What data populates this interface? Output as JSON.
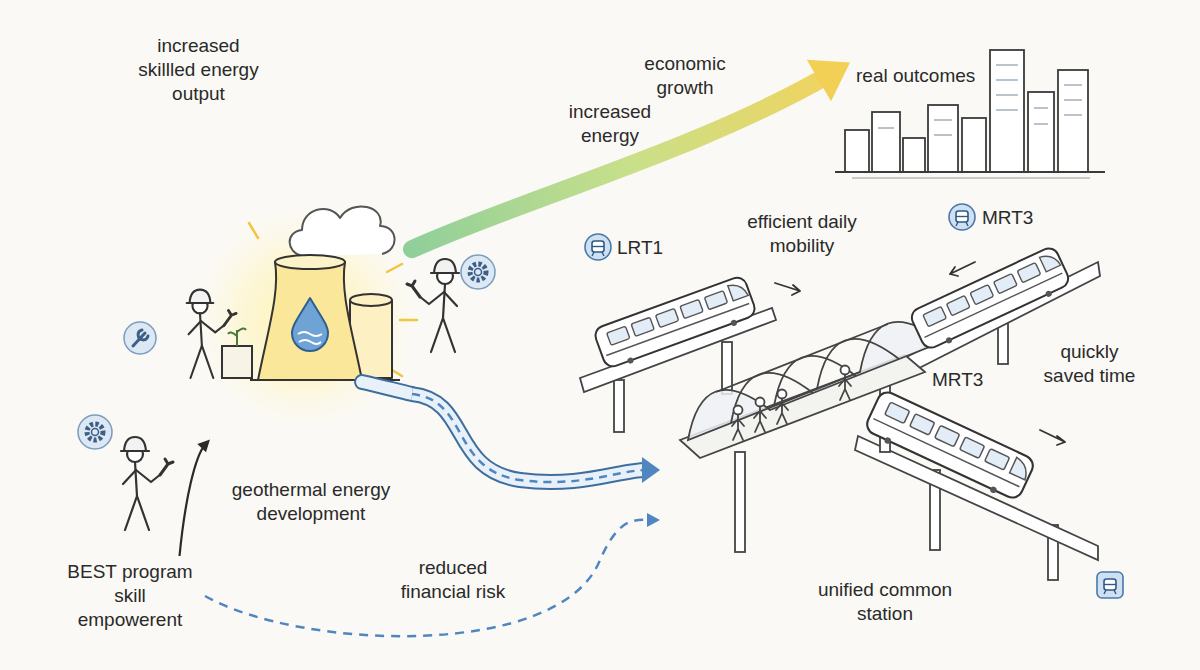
{
  "diagram": {
    "nodes": [
      {
        "text": [
          "increased skillled energy output"
        ]
      },
      {
        "text": [
          "geothermal energy development"
        ]
      },
      {
        "text": [
          "BEST program skill empowerent"
        ]
      },
      {
        "text": [
          "real outcomes"
        ]
      },
      {
        "text": [
          "unified common station"
        ]
      }
    ],
    "edges": [
      {
        "from": 2,
        "to": 1,
        "arrow": "to"
      },
      {
        "from": 1,
        "to": 3,
        "arrow": "to"
      },
      {
        "from": 1,
        "to": 4,
        "arrow": "to"
      },
      {
        "from": 2,
        "to": 4,
        "arrow": "to"
      }
    ],
    "labels": [
      "increased energy",
      "economic growth",
      "LRT1",
      "efficient daily mobility",
      "MRT3",
      "quickly saved time",
      "MRT3",
      "reduced financial risk"
    ]
  }
}
